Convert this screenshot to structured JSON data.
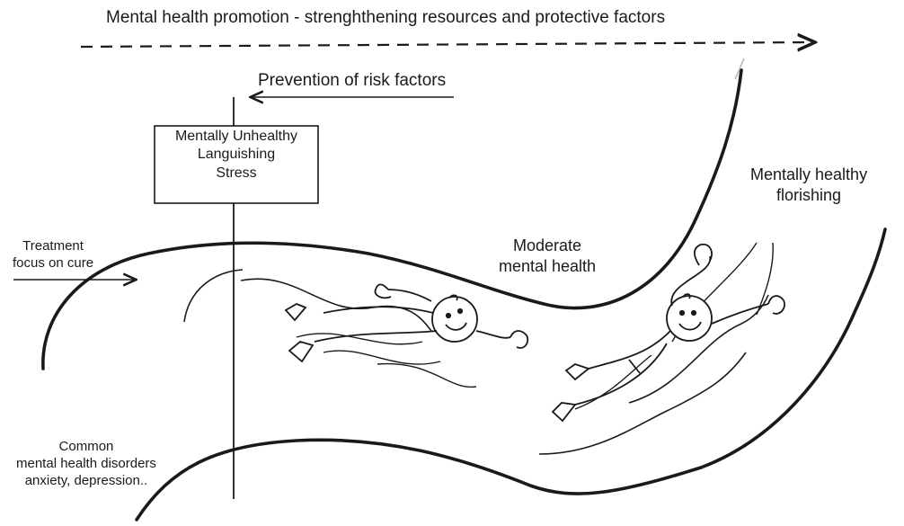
{
  "promotion": {
    "label": "Mental health promotion - strenghthening resources and protective factors"
  },
  "prevention": {
    "label": "Prevention of risk factors"
  },
  "unhealthy_box": {
    "lines": [
      "Mentally Unhealthy",
      "Languishing",
      "Stress"
    ]
  },
  "treatment": {
    "lines": [
      "Treatment",
      "focus on cure"
    ]
  },
  "moderate": {
    "lines": [
      "Moderate",
      "mental health"
    ]
  },
  "healthy": {
    "lines": [
      "Mentally healthy",
      "florishing"
    ]
  },
  "common": {
    "lines": [
      "Common",
      "mental health disorders",
      "anxiety, depression.."
    ]
  },
  "colors": {
    "ink": "#1a1a1a",
    "background": "#ffffff"
  }
}
